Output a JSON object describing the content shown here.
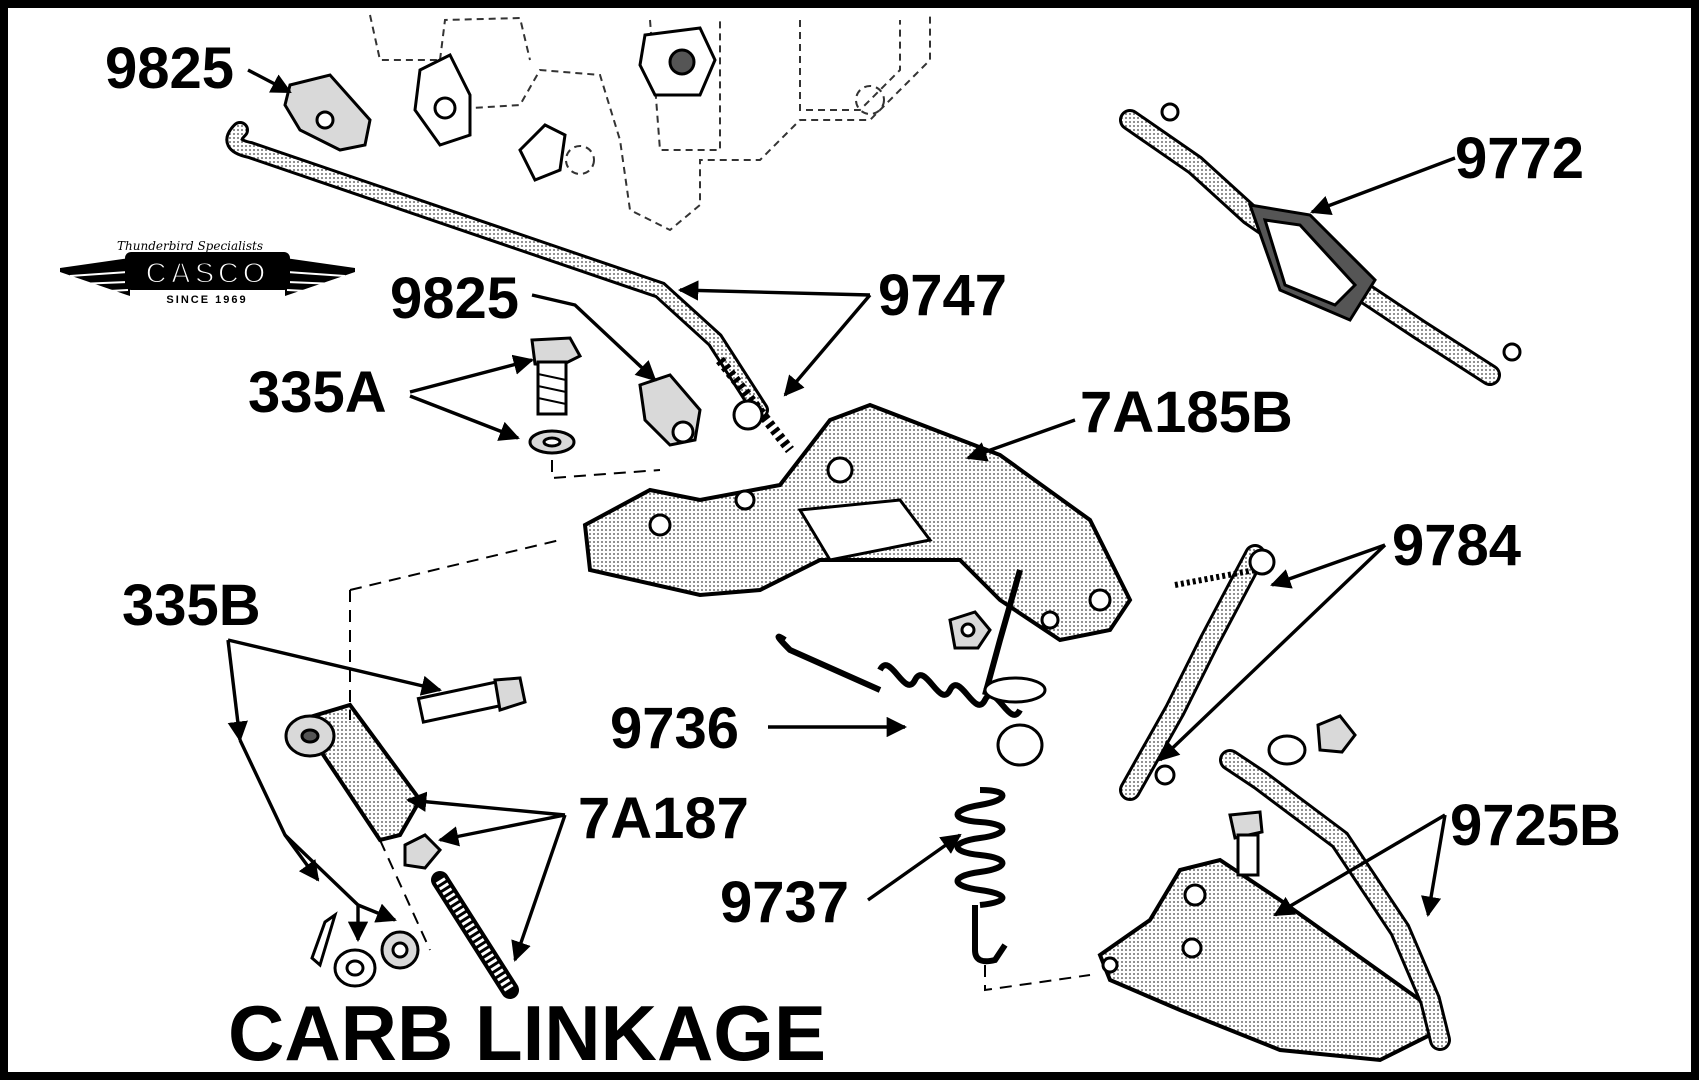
{
  "title": "CARB LINKAGE",
  "logo": {
    "tagline": "Thunderbird Specialists",
    "name": "CASCO",
    "since": "SINCE 1969"
  },
  "labels": {
    "p9825_top": "9825",
    "p9825_mid": "9825",
    "p9747": "9747",
    "p9772": "9772",
    "p335a": "335A",
    "p7a185b": "7A185B",
    "p9784": "9784",
    "p335b": "335B",
    "p9736": "9736",
    "p7a187": "7A187",
    "p9737": "9737",
    "p9725b": "9725B"
  }
}
